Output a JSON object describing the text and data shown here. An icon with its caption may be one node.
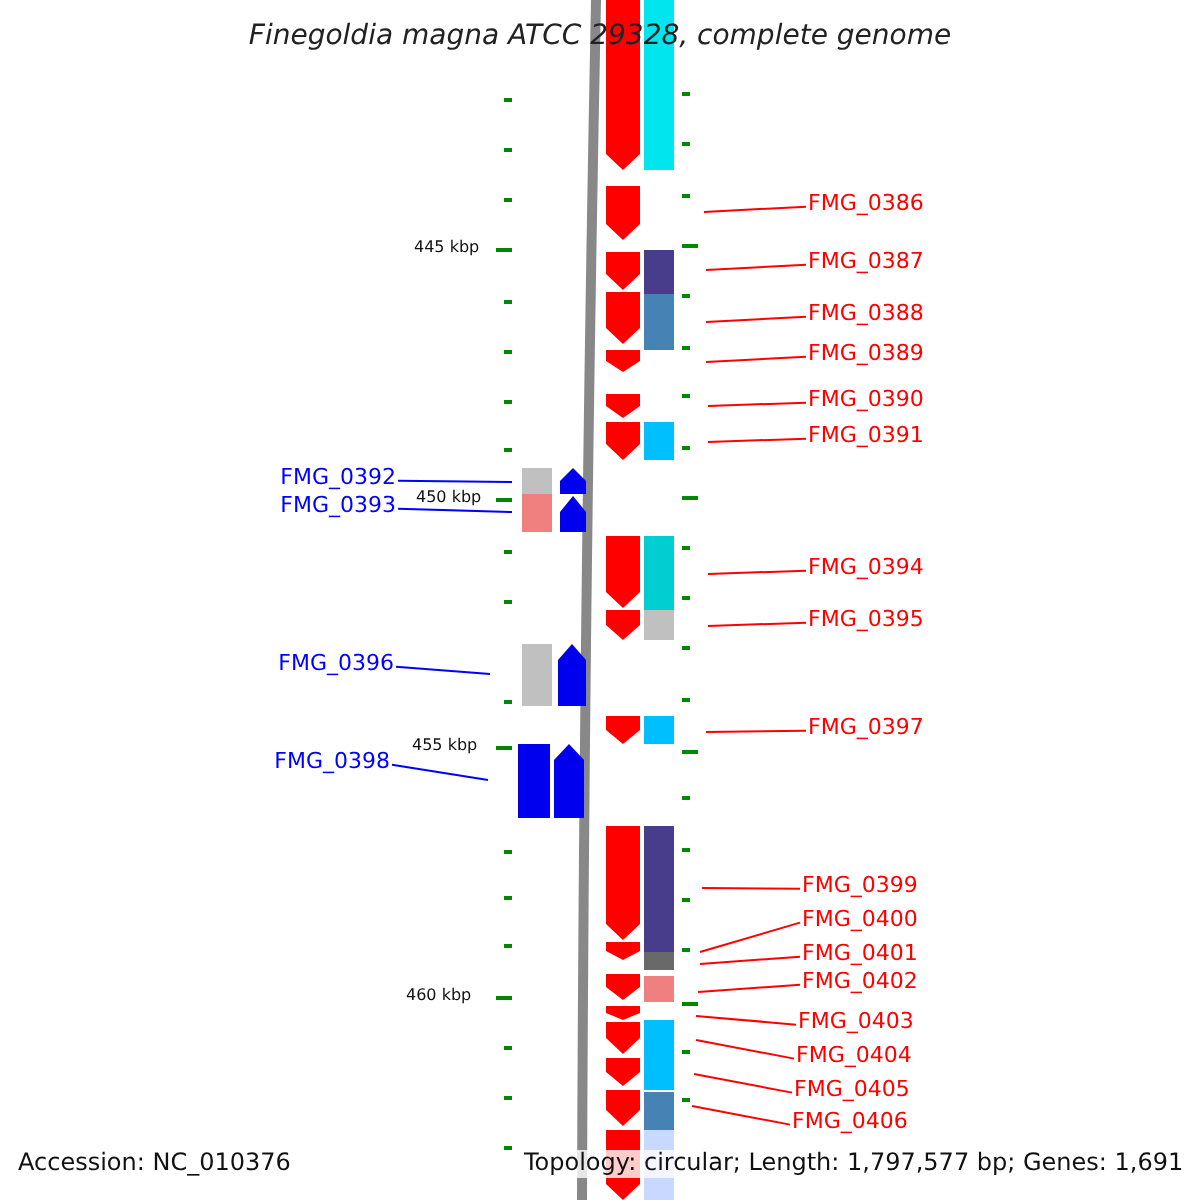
{
  "diagram": {
    "title": "Finegoldia magna ATCC 29328, complete genome",
    "nodes": [
      {
        "text": [
          "FMG_0386"
        ]
      },
      {
        "text": [
          "FMG_0387"
        ]
      },
      {
        "text": [
          "FMG_0388"
        ]
      },
      {
        "text": [
          "FMG_0389"
        ]
      },
      {
        "text": [
          "FMG_0390"
        ]
      },
      {
        "text": [
          "FMG_0391"
        ]
      },
      {
        "text": [
          "FMG_0392"
        ]
      },
      {
        "text": [
          "FMG_0393"
        ]
      },
      {
        "text": [
          "FMG_0394"
        ]
      },
      {
        "text": [
          "FMG_0395"
        ]
      },
      {
        "text": [
          "FMG_0396"
        ]
      },
      {
        "text": [
          "FMG_0397"
        ]
      },
      {
        "text": [
          "FMG_0398"
        ]
      },
      {
        "text": [
          "FMG_0399"
        ]
      },
      {
        "text": [
          "FMG_0400"
        ]
      },
      {
        "text": [
          "FMG_0401"
        ]
      },
      {
        "text": [
          "FMG_0402"
        ]
      },
      {
        "text": [
          "FMG_0403"
        ]
      },
      {
        "text": [
          "FMG_0404"
        ]
      },
      {
        "text": [
          "FMG_0405"
        ]
      },
      {
        "text": [
          "FMG_0406"
        ]
      }
    ],
    "edges": [
      {
        "from": 0,
        "to": null,
        "arrow": "none"
      },
      {
        "from": 1,
        "to": null,
        "arrow": "none"
      },
      {
        "from": 2,
        "to": null,
        "arrow": "none"
      },
      {
        "from": 3,
        "to": null,
        "arrow": "none"
      },
      {
        "from": 4,
        "to": null,
        "arrow": "none"
      },
      {
        "from": 5,
        "to": null,
        "arrow": "none"
      },
      {
        "from": 6,
        "to": null,
        "arrow": "none",
        "color": "#0000ff"
      },
      {
        "from": 7,
        "to": null,
        "arrow": "none",
        "color": "#0000ff"
      },
      {
        "from": 8,
        "to": null,
        "arrow": "none"
      },
      {
        "from": 9,
        "to": null,
        "arrow": "none"
      },
      {
        "from": 10,
        "to": null,
        "arrow": "none",
        "color": "#0000ff"
      },
      {
        "from": 11,
        "to": null,
        "arrow": "none"
      },
      {
        "from": 12,
        "to": null,
        "arrow": "none",
        "color": "#0000ff"
      },
      {
        "from": 13,
        "to": null,
        "arrow": "none"
      },
      {
        "from": 14,
        "to": null,
        "arrow": "none"
      },
      {
        "from": 15,
        "to": null,
        "arrow": "none"
      },
      {
        "from": 16,
        "to": null,
        "arrow": "none"
      },
      {
        "from": 17,
        "to": null,
        "arrow": "none"
      },
      {
        "from": 18,
        "to": null,
        "arrow": "none"
      },
      {
        "from": 19,
        "to": null,
        "arrow": "none"
      },
      {
        "from": 20,
        "to": null,
        "arrow": "none"
      }
    ],
    "labels": [
      "445 kbp",
      "450 kbp",
      "455 kbp",
      "460 kbp",
      "Accession: NC_010376",
      "Topology: circular; Length: 1,797,577 bp; Genes: 1,691"
    ]
  }
}
